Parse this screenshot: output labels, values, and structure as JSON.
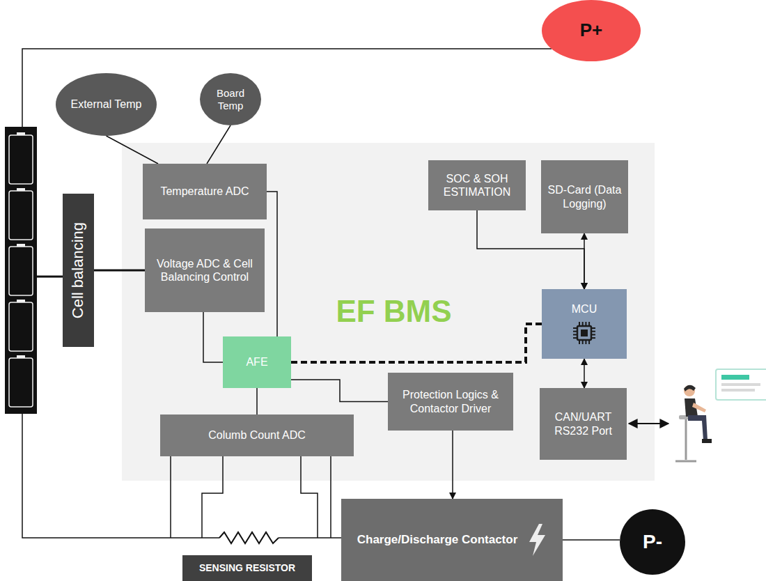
{
  "diagram": {
    "nodes": [
      {
        "text": [
          "P+"
        ]
      },
      {
        "text": [
          "External Temp"
        ]
      },
      {
        "text": [
          "Board Temp"
        ]
      },
      {
        "text": [
          "EF BMS"
        ]
      },
      {
        "text": [
          "Temperature ADC"
        ],
        "in": 3
      },
      {
        "text": [
          "SOC & SOH ESTIMATION"
        ],
        "in": 3
      },
      {
        "text": [
          "SD-Card (Data Logging)"
        ],
        "in": 3
      },
      {
        "text": [
          "Cell balancing"
        ]
      },
      {
        "text": [
          "Voltage ADC & Cell Balancing Control"
        ],
        "in": 3
      },
      {
        "text": [
          "MCU"
        ],
        "in": 3
      },
      {
        "text": [
          "AFE"
        ],
        "in": 3
      },
      {
        "text": [
          "Protection Logics & Contactor Driver"
        ],
        "in": 3
      },
      {
        "text": [
          "CAN/UART RS232 Port"
        ],
        "in": 3
      },
      {
        "text": [
          "Columb Count ADC"
        ],
        "in": 3
      },
      {
        "text": [
          "Charge/Discharge Contactor"
        ]
      },
      {
        "text": [
          "P-"
        ]
      },
      {
        "text": [
          "SENSING RESISTOR"
        ]
      }
    ],
    "edges": [
      {
        "from": 1,
        "to": 4,
        "arrow": "none"
      },
      {
        "from": 2,
        "to": 4,
        "arrow": "none"
      },
      {
        "from": 7,
        "to": 8,
        "arrow": "none"
      },
      {
        "from": 8,
        "to": 10,
        "arrow": "none"
      },
      {
        "from": 4,
        "to": 10,
        "arrow": "none"
      },
      {
        "from": 10,
        "to": 9,
        "arrow": "none"
      },
      {
        "from": 10,
        "to": 13,
        "arrow": "none"
      },
      {
        "from": 10,
        "to": 11,
        "arrow": "none"
      },
      {
        "from": 11,
        "to": 14,
        "arrow": "to"
      },
      {
        "from": 5,
        "to": 9,
        "arrow": "to"
      },
      {
        "from": 6,
        "to": 9,
        "arrow": "both"
      },
      {
        "from": 9,
        "to": 12,
        "arrow": "both"
      },
      {
        "from": 14,
        "to": 15,
        "arrow": "none"
      }
    ]
  }
}
